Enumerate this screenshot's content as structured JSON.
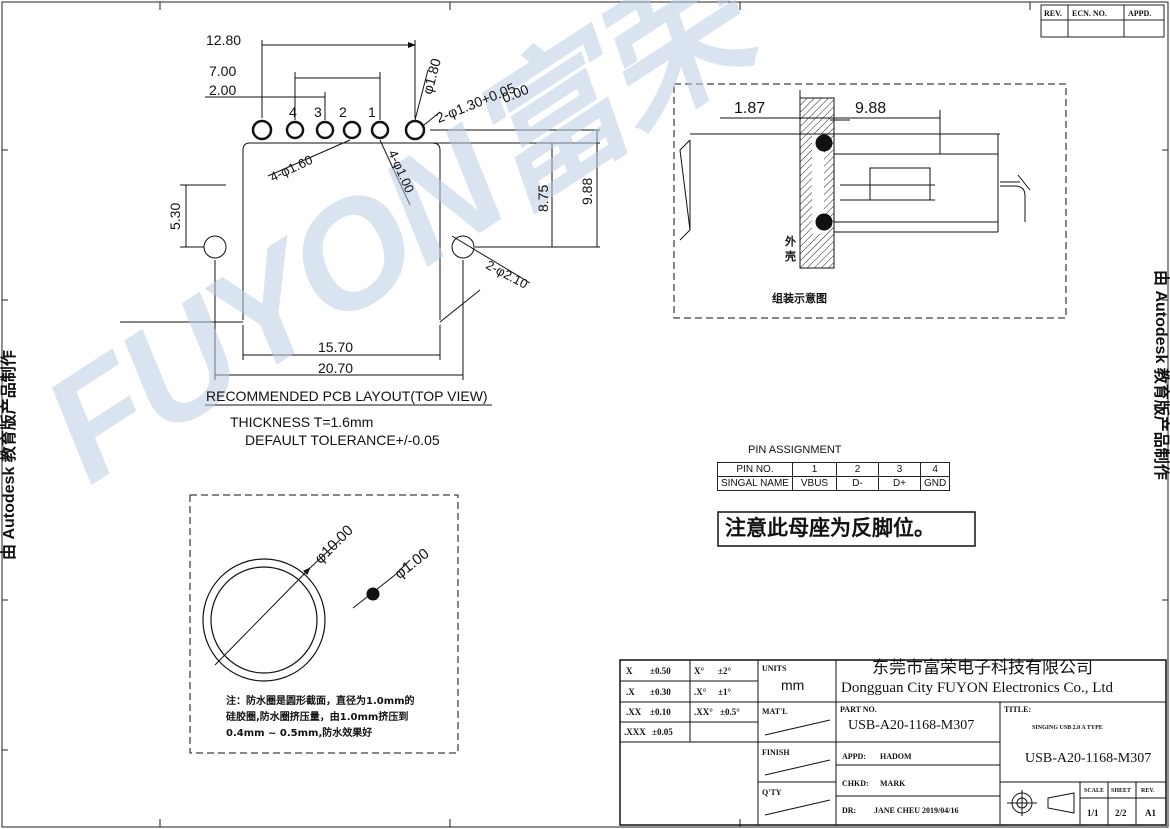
{
  "watermark": "FUYON富荣",
  "side_text": {
    "left": "由 Autodesk 教育版产品制作",
    "right": "由 Autodesk 教育版产品制作"
  },
  "revision_block": {
    "rev": "REV.",
    "ecn": "ECN. NO.",
    "appd": "APPD."
  },
  "pcb_layout": {
    "dims": {
      "d12_80": "12.80",
      "d7_00": "7.00",
      "d2_00": "2.00",
      "d1_80": "φ1.80",
      "hole_dia": "2-φ1.30+0.05",
      "hole_tol": "0.00",
      "pin_dia": "4-φ1.60",
      "pin_dia2": "4-φ1.00",
      "d5_30": "5.30",
      "d8_75": "8.75",
      "d9_88": "9.88",
      "mount_dia": "2-φ2.10",
      "d15_70": "15.70",
      "d20_70": "20.70"
    },
    "pin_labels": [
      "4",
      "3",
      "2",
      "1"
    ],
    "title": "RECOMMENDED PCB LAYOUT(TOP VIEW)",
    "thickness": "THICKNESS T=1.6mm",
    "tolerance": "DEFAULT TOLERANCE+/-0.05"
  },
  "assembly": {
    "d1_87": "1.87",
    "d9_88": "9.88",
    "shell_label": "外\n壳",
    "caption": "组装示意图"
  },
  "pin_assignment": {
    "title": "PIN ASSIGNMENT",
    "row1_header": "PIN NO.",
    "row2_header": "SINGAL NAME",
    "pins": [
      "1",
      "2",
      "3",
      "4"
    ],
    "names": [
      "VBUS",
      "D-",
      "D+",
      "GND"
    ]
  },
  "note_banner": "注意此母座为反脚位。",
  "seal_detail": {
    "outer_dia": "φ10.00",
    "inner_dia": "φ1.00",
    "note_line1": "注：防水圈是圆形截面，直径为1.0mm的",
    "note_line2": "硅胶圈,防水圈挤压量，由1.0mm挤压到",
    "note_line3": "0.4mm ~ 0.5mm,防水效果好"
  },
  "title_block": {
    "tolerances": [
      [
        "X",
        "±0.50",
        "X°",
        "±2°"
      ],
      [
        ".X",
        "±0.30",
        ".X°",
        "±1°"
      ],
      [
        ".XX",
        "±0.10",
        ".XX°",
        "±0.5°"
      ],
      [
        ".XXX",
        "±0.05",
        "",
        ""
      ]
    ],
    "units_label": "UNITS",
    "units_value": "mm",
    "company_cn": "东莞市富荣电子科技有限公司",
    "company_en": "Dongguan City FUYON Electronics Co., Ltd",
    "material_label": "MAT'L",
    "part_no_label": "PART  NO.",
    "part_no": "USB-A20-1168-M307",
    "title_label": "TITLE:",
    "title_value": "SINGING USB 2.0 A TYPE",
    "finish_label": "FINISH",
    "appd_label": "APPD:",
    "appd_value": "HADOM",
    "qty_label": "Q'TY",
    "chkd_label": "CHKD:",
    "chkd_value": "MARK",
    "dr_label": "DR:",
    "dr_value": "JANE CHEU 2019/04/16",
    "drawing_no": "USB-A20-1168-M307",
    "scale_label": "SCALE",
    "scale_value": "1/1",
    "sheet_label": "SHEET",
    "sheet_value": "2/2",
    "rev_label": "REV.",
    "rev_value": "A1"
  }
}
